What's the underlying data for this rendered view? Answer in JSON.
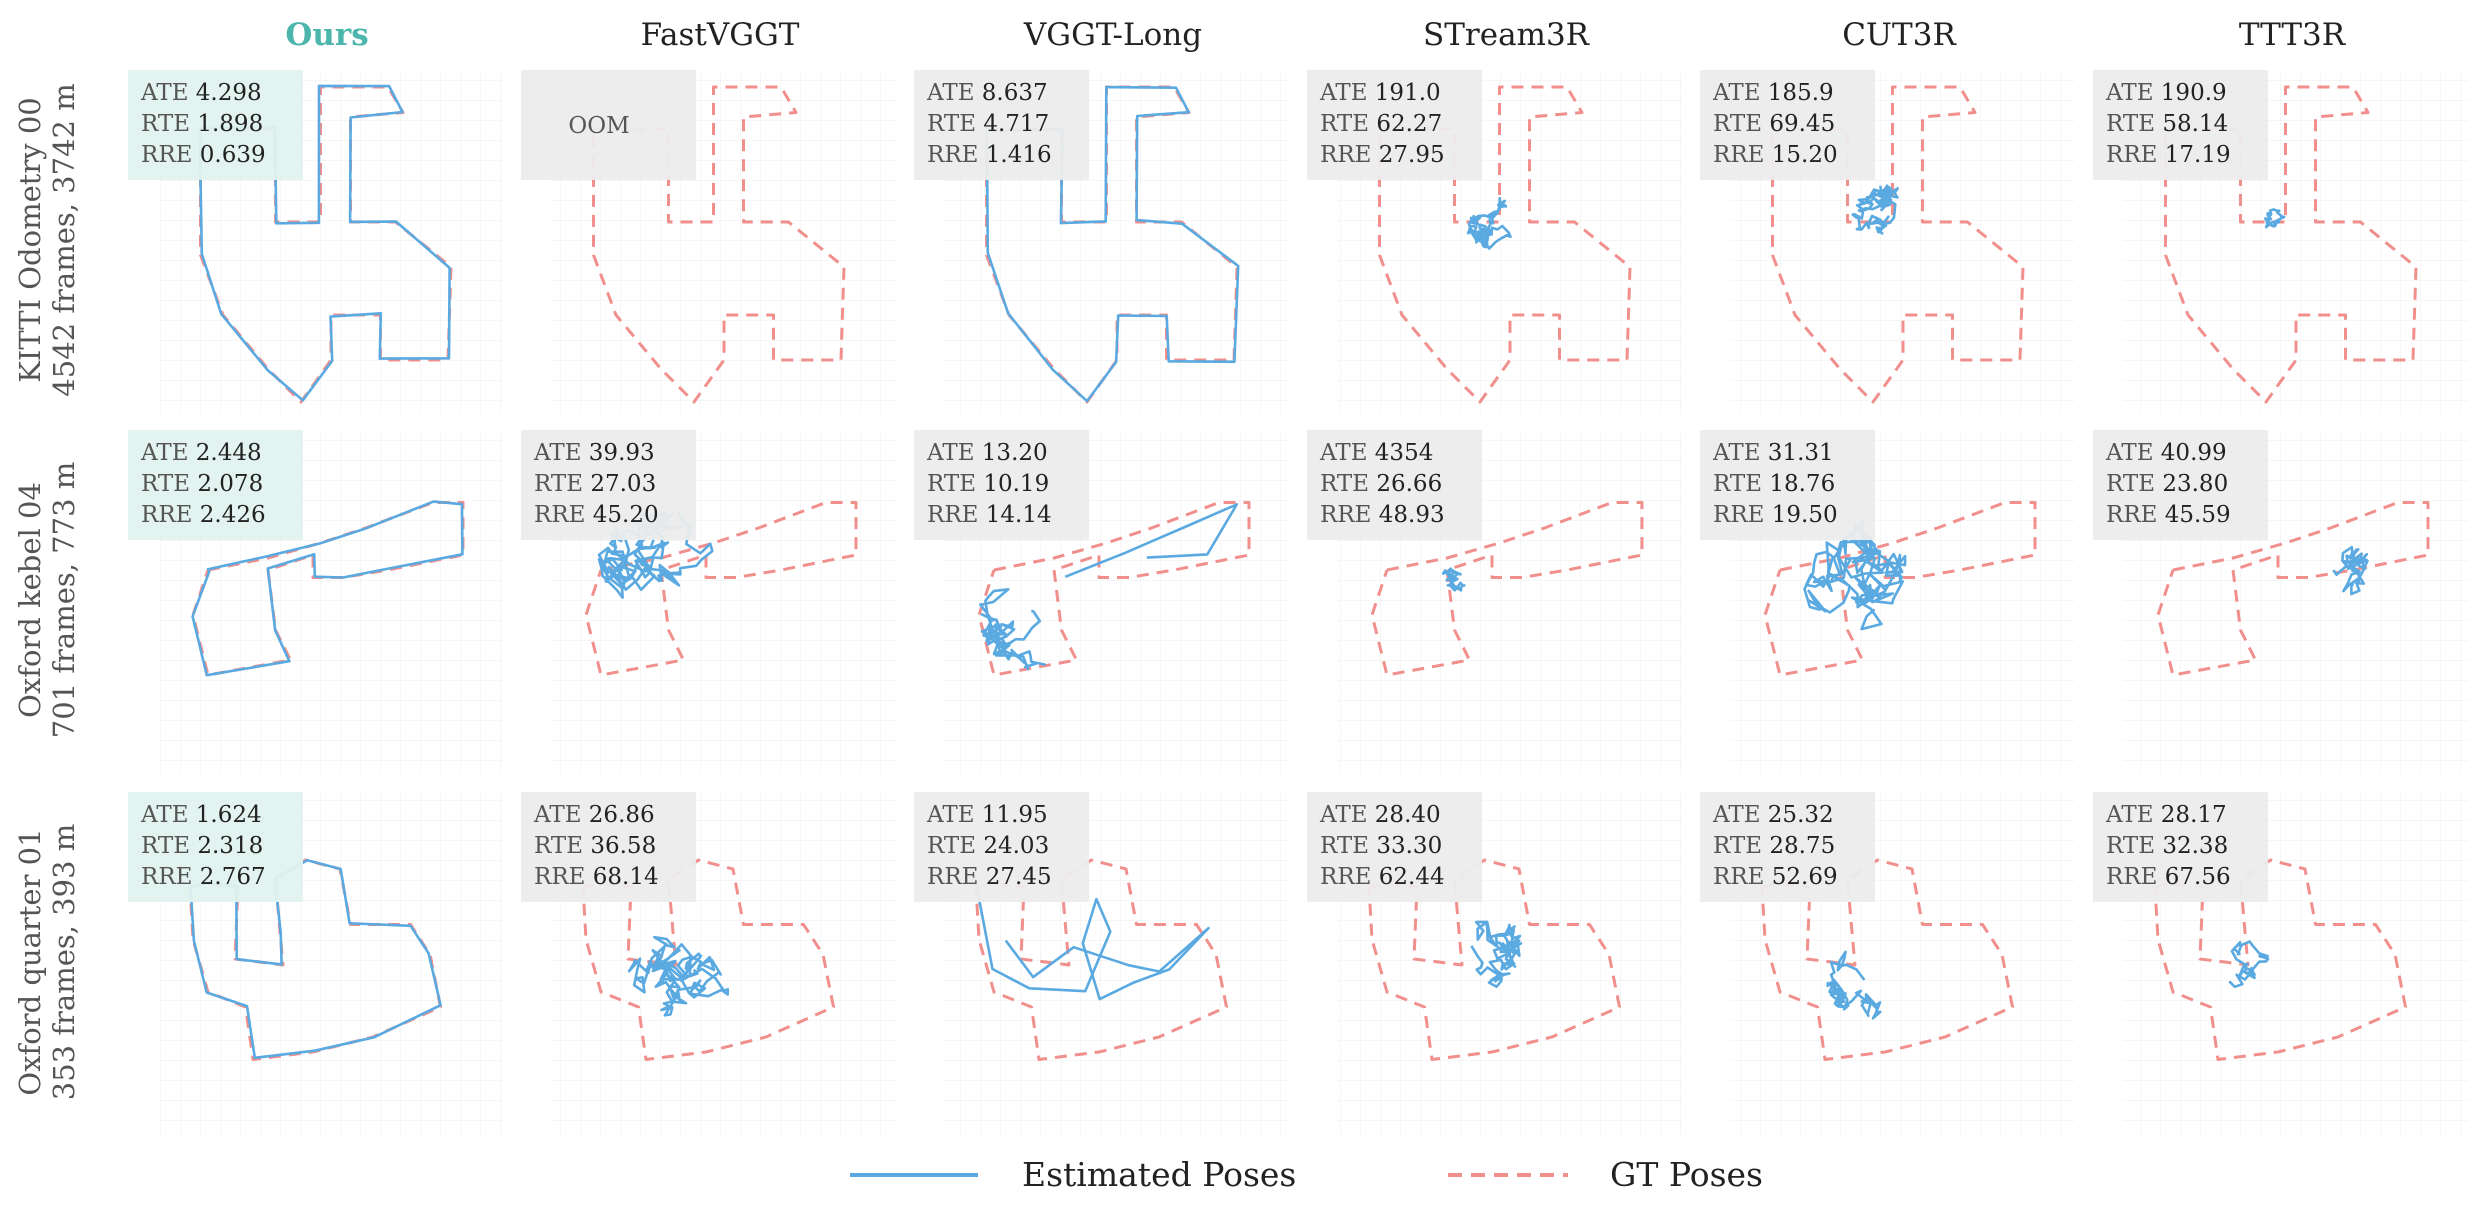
{
  "columns": [
    "Ours",
    "FastVGGT",
    "VGGT-Long",
    "STream3R",
    "CUT3R",
    "TTT3R"
  ],
  "rows": [
    {
      "line1": "KITTI Odometry 00",
      "line2": "4542 frames, 3742 m"
    },
    {
      "line1": "Oxford kebel 04",
      "line2": "701 frames, 773 m"
    },
    {
      "line1": "Oxford quarter 01",
      "line2": "353 frames, 393 m"
    }
  ],
  "metric_names": [
    "ATE",
    "RTE",
    "RRE"
  ],
  "metrics": [
    [
      {
        "oom": false,
        "values": [
          "4.298",
          "1.898",
          "0.639"
        ]
      },
      {
        "oom": true,
        "label": "OOM"
      },
      {
        "oom": false,
        "values": [
          "8.637",
          "4.717",
          "1.416"
        ]
      },
      {
        "oom": false,
        "values": [
          "191.0",
          "62.27",
          "27.95"
        ]
      },
      {
        "oom": false,
        "values": [
          "185.9",
          "69.45",
          "15.20"
        ]
      },
      {
        "oom": false,
        "values": [
          "190.9",
          "58.14",
          "17.19"
        ]
      }
    ],
    [
      {
        "oom": false,
        "values": [
          "2.448",
          "2.078",
          "2.426"
        ]
      },
      {
        "oom": false,
        "values": [
          "39.93",
          "27.03",
          "45.20"
        ]
      },
      {
        "oom": false,
        "values": [
          "13.20",
          "10.19",
          "14.14"
        ]
      },
      {
        "oom": false,
        "values": [
          "4354",
          "26.66",
          "48.93"
        ]
      },
      {
        "oom": false,
        "values": [
          "31.31",
          "18.76",
          "19.50"
        ]
      },
      {
        "oom": false,
        "values": [
          "40.99",
          "23.80",
          "45.59"
        ]
      }
    ],
    [
      {
        "oom": false,
        "values": [
          "1.624",
          "2.318",
          "2.767"
        ]
      },
      {
        "oom": false,
        "values": [
          "26.86",
          "36.58",
          "68.14"
        ]
      },
      {
        "oom": false,
        "values": [
          "11.95",
          "24.03",
          "27.45"
        ]
      },
      {
        "oom": false,
        "values": [
          "28.40",
          "33.30",
          "62.44"
        ]
      },
      {
        "oom": false,
        "values": [
          "25.32",
          "28.75",
          "52.69"
        ]
      },
      {
        "oom": false,
        "values": [
          "28.17",
          "32.38",
          "67.56"
        ]
      }
    ]
  ],
  "legend": {
    "estimated": "Estimated Poses",
    "gt": "GT Poses"
  },
  "colors": {
    "estimated": "#5aa9e0",
    "gt": "#f08f8c",
    "ours_title": "#4db6ac",
    "ours_box": "#e0f2ef",
    "other_box": "#ececec"
  },
  "chart_data": {
    "type": "line",
    "title": "",
    "xlabel": "",
    "ylabel": "",
    "grid": true,
    "legend_placement": "bottom-center",
    "series": [
      {
        "name": "Estimated Poses",
        "style": "solid",
        "color": "#5aa9e0"
      },
      {
        "name": "GT Poses",
        "style": "dashed",
        "color": "#f08f8c"
      }
    ],
    "panels_rows": [
      "KITTI Odometry 00",
      "Oxford kebel 04",
      "Oxford quarter 01"
    ],
    "panels_columns": [
      "Ours",
      "FastVGGT",
      "VGGT-Long",
      "STream3R",
      "CUT3R",
      "TTT3R"
    ],
    "gt_paths": {
      "kitti": [
        [
          25,
          36
        ],
        [
          75,
          36
        ],
        [
          75,
          98
        ],
        [
          105,
          98
        ],
        [
          105,
          8
        ],
        [
          150,
          8
        ],
        [
          160,
          25
        ],
        [
          125,
          28
        ],
        [
          125,
          98
        ],
        [
          155,
          98
        ],
        [
          192,
          128
        ],
        [
          190,
          190
        ],
        [
          145,
          190
        ],
        [
          145,
          160
        ],
        [
          112,
          160
        ],
        [
          112,
          190
        ],
        [
          92,
          218
        ],
        [
          70,
          196
        ],
        [
          40,
          160
        ],
        [
          25,
          120
        ],
        [
          25,
          36
        ]
      ],
      "kebel": [
        [
          30,
          90
        ],
        [
          70,
          82
        ],
        [
          105,
          72
        ],
        [
          135,
          62
        ],
        [
          180,
          45
        ],
        [
          200,
          45
        ],
        [
          200,
          80
        ],
        [
          150,
          90
        ],
        [
          120,
          95
        ],
        [
          100,
          95
        ],
        [
          100,
          80
        ],
        [
          70,
          90
        ],
        [
          75,
          130
        ],
        [
          85,
          150
        ],
        [
          30,
          160
        ],
        [
          20,
          120
        ],
        [
          30,
          90
        ]
      ],
      "quarter": [
        [
          18,
          60
        ],
        [
          30,
          58
        ],
        [
          50,
          60
        ],
        [
          48,
          108
        ],
        [
          80,
          112
        ],
        [
          78,
          90
        ],
        [
          75,
          55
        ],
        [
          95,
          42
        ],
        [
          118,
          48
        ],
        [
          125,
          85
        ],
        [
          165,
          85
        ],
        [
          178,
          105
        ],
        [
          185,
          140
        ],
        [
          140,
          160
        ],
        [
          100,
          170
        ],
        [
          60,
          175
        ],
        [
          55,
          140
        ],
        [
          30,
          130
        ],
        [
          20,
          95
        ],
        [
          18,
          60
        ]
      ]
    }
  }
}
